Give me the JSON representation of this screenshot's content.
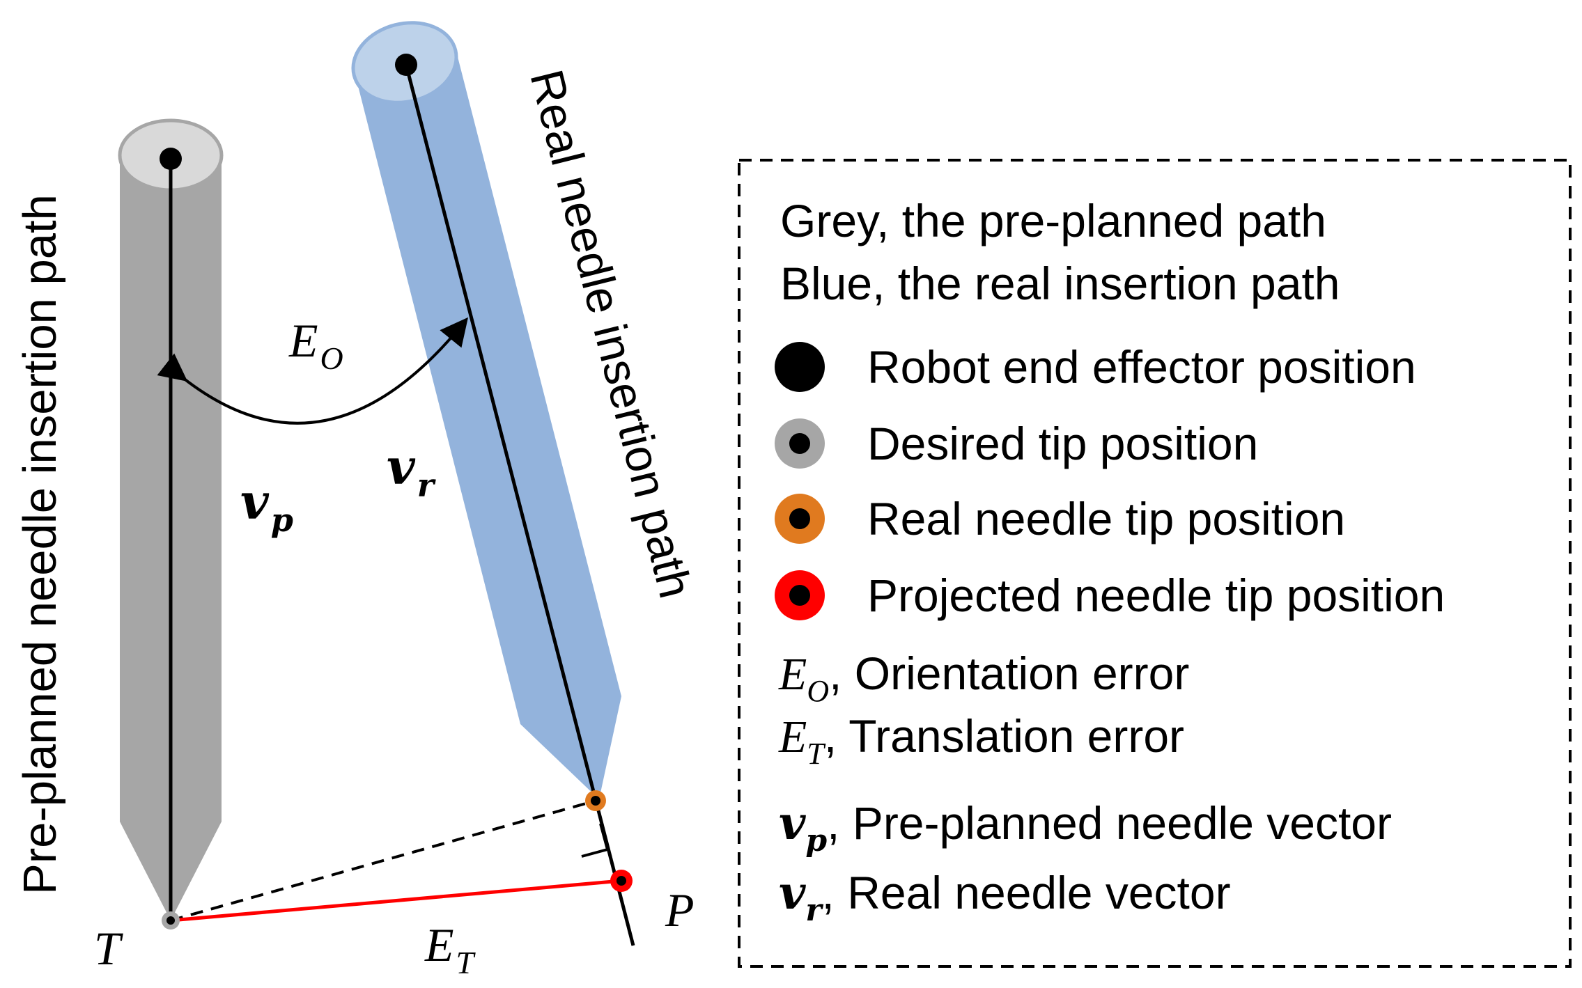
{
  "labels": {
    "preplanned_path": "Pre-planned needle insertion path",
    "real_path": "Real needle insertion path",
    "eo_main": "E",
    "eo_sub": "O",
    "et_main": "E",
    "et_sub": "T",
    "vp_main": "v",
    "vp_sub": "p",
    "vr_main": "v",
    "vr_sub": "r",
    "point_t": "T",
    "point_p": "P"
  },
  "legend": {
    "line1": "Grey, the pre-planned path",
    "line2": "Blue, the real insertion path",
    "items": [
      {
        "text": "Robot end effector position",
        "icon": "black-dot",
        "color": "#000000"
      },
      {
        "text": "Desired tip position",
        "icon": "grey-ring-dot",
        "color": "#a6a6a6"
      },
      {
        "text": "Real needle tip position",
        "icon": "orange-ring-dot",
        "color": "#e07a1f"
      },
      {
        "text": "Projected needle tip position",
        "icon": "red-ring-dot",
        "color": "#ff0000"
      }
    ],
    "errors": [
      {
        "sym": "E",
        "sub": "O",
        "text": ", Orientation error"
      },
      {
        "sym": "E",
        "sub": "T",
        "text": ", Translation error"
      }
    ],
    "vectors": [
      {
        "sym": "v",
        "sub": "p",
        "text": ", Pre-planned needle vector"
      },
      {
        "sym": "v",
        "sub": "r",
        "text": ", Real needle vector"
      }
    ]
  },
  "colors": {
    "grey_needle": "#a6a6a6",
    "grey_needle_top": "#d9d9d9",
    "blue_needle": "#93b3dc",
    "blue_needle_top": "#bdd2ea",
    "error_line": "#ff0000",
    "tip_orange": "#e07a1f"
  }
}
